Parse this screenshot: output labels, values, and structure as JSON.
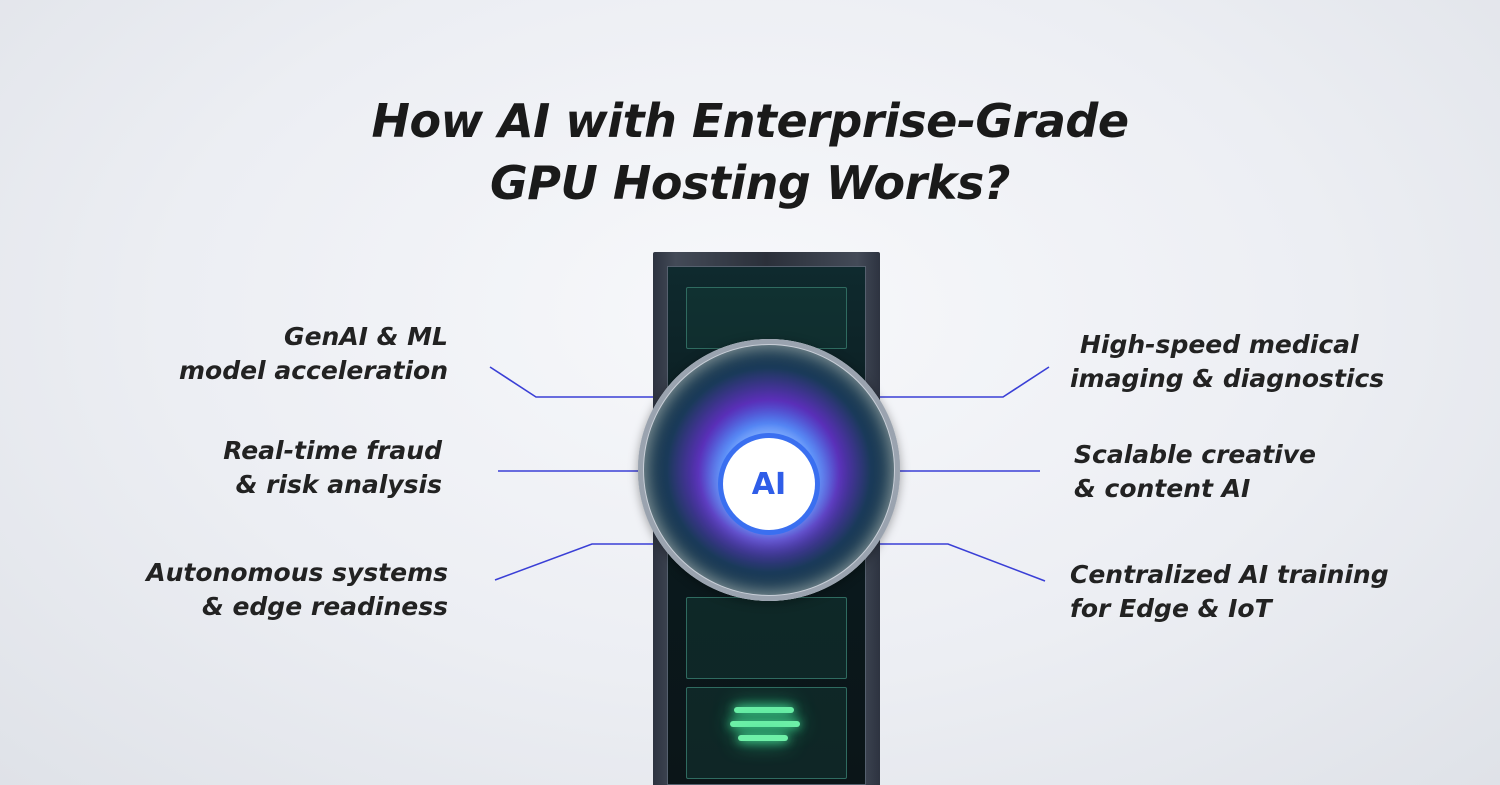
{
  "title": {
    "line1": "How AI with Enterprise-Grade",
    "line2": "GPU Hosting Works?"
  },
  "center_badge": "AI",
  "left_items": [
    {
      "line1": "GenAI & ML",
      "line2": "model acceleration"
    },
    {
      "line1": "Real-time fraud",
      "line2": "& risk analysis"
    },
    {
      "line1": "Autonomous systems",
      "line2": "& edge readiness"
    }
  ],
  "right_items": [
    {
      "line1": "High-speed medical",
      "line2": "imaging & diagnostics"
    },
    {
      "line1": "Scalable creative",
      "line2": "& content AI"
    },
    {
      "line1": "Centralized AI training",
      "line2": "for Edge & IoT"
    }
  ],
  "colors": {
    "connector": "#3a3fd6",
    "badge_text": "#2f5de8",
    "text": "#222222"
  }
}
